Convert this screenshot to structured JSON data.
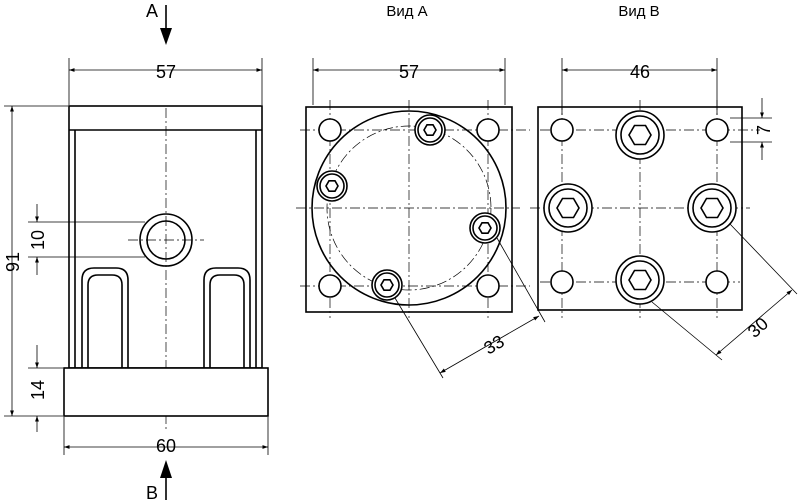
{
  "view_labels": {
    "arrow_a": "A",
    "arrow_b": "B",
    "view_a": "Вид А",
    "view_b": "Вид В"
  },
  "dimensions": {
    "front_width_top": "57",
    "front_width_bottom": "60",
    "front_height": "91",
    "front_hole_offset": "10",
    "front_base_height": "14",
    "view_a_width": "57",
    "view_a_diagonal": "33",
    "view_b_width": "46",
    "view_b_hole_offset": "7",
    "view_b_diagonal": "30"
  }
}
